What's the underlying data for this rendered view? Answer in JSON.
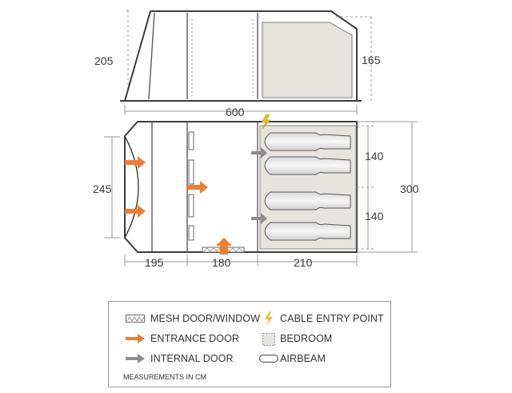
{
  "dimensions": {
    "height_total": "205",
    "height_bedroom": "165",
    "length_total": "600",
    "depth_front": "245",
    "width_total": "300",
    "bedroom_top": "140",
    "bedroom_bottom": "140",
    "section_front": "195",
    "section_middle": "180",
    "section_bedroom": "210"
  },
  "legend": {
    "mesh_door_window": "MESH DOOR/WINDOW",
    "cable_entry_point": "CABLE ENTRY POINT",
    "entrance_door": "ENTRANCE DOOR",
    "bedroom": "BEDROOM",
    "internal_door": "INTERNAL DOOR",
    "airbeam": "AIRBEAM",
    "note": "MEASUREMENTS IN CM"
  },
  "colors": {
    "outline": "#3d3d3d",
    "bedroom_fill": "#e7e3de",
    "entrance_arrow": "#ee7d33",
    "internal_arrow": "#8c8c8c",
    "cable_bolt": "#e8c21f",
    "dimension_line": "#9a9a9a"
  }
}
